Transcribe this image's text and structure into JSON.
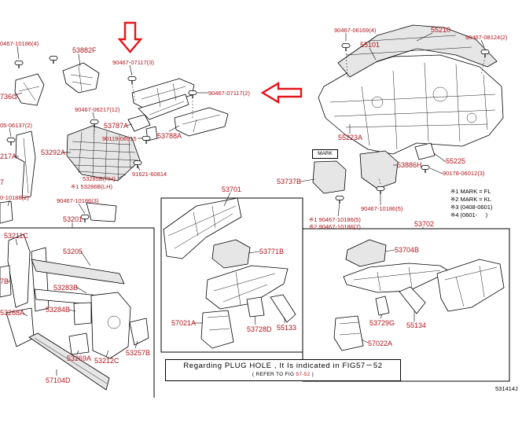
{
  "figure_id": "531414J",
  "colors": {
    "part_label": "#b0151c",
    "highlight_arrow": "#e3141b",
    "linework": "#000000",
    "background": "#ffffff"
  },
  "icons": {
    "pointer_down": "arrow-down-icon",
    "pointer_left": "arrow-left-icon"
  },
  "callouts": {
    "left": [
      "0467-10186(4)",
      "53882F",
      "90467-07117(3)",
      "736G",
      "90467-06217(12)",
      "05-06137(2)",
      "53787A",
      "90119-06915",
      "53788A",
      "217A",
      "53292A",
      "91621-60814",
      "53285B(RH)",
      "※1 53286B(LH)",
      "7",
      "0-10188(2)",
      "90467-10186(3)",
      "53201",
      "53211C",
      "53205",
      "7B",
      "53283B",
      "53268A",
      "53284B",
      "53269A",
      "53212C",
      "53257B",
      "57104D"
    ],
    "center": [
      "53701",
      "53771B",
      "57021A",
      "53728D",
      "55133"
    ],
    "right": [
      "90467-06169(4)",
      "55210",
      "90467-08124(2)",
      "55101",
      "90467-07117(2)",
      "55223A",
      "53886H",
      "55225",
      "90178-06012(3)",
      "53737B",
      "90467-10186(5)",
      "※1 90467-10186(5)",
      "※2 90467-10186(7)",
      "53702",
      "53704B",
      "53729G",
      "55134",
      "57022A"
    ]
  },
  "mark_tag": "MARK",
  "legend": [
    "※1 MARK = FL",
    "※2 MARK = KL",
    "※3 (0408-0601)",
    "※4 (0601-     )"
  ],
  "note": {
    "line1": "Regarding PLUG HOLE , It Is indicated in FIG57－52",
    "refer_prefix": "( REFER TO FIG ",
    "refer_fig": "57-52",
    "refer_suffix": " )"
  }
}
